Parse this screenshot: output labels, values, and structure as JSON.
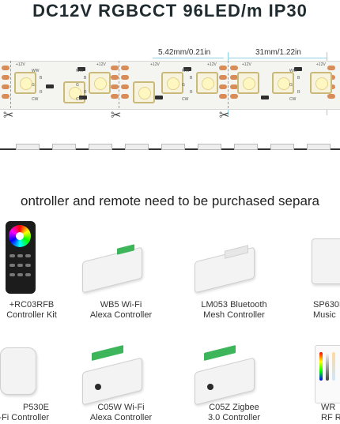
{
  "title": "DC12V RGBCCT 96LED/m IP30",
  "dimensions": {
    "width_label": "5.42mm/0.21in",
    "cut_label": "31mm/1.22in"
  },
  "strip": {
    "voltage_marks": [
      "+12V",
      "+12V",
      "+12V",
      "+12V",
      "+12V",
      "+12V"
    ],
    "pad_letters": [
      "WW",
      "B",
      "G",
      "R",
      "CW"
    ]
  },
  "notice": "ontroller and remote need to be purchased separa",
  "products": [
    {
      "line1": "+RC03RFB",
      "line2": "Controller Kit"
    },
    {
      "line1": "WB5 Wi-Fi",
      "line2": "Alexa Controller"
    },
    {
      "line1": "LM053 Bluetooth",
      "line2": "Mesh Controller"
    },
    {
      "line1": "SP630E",
      "line2": "Music"
    },
    {
      "line1": "P530E",
      "line2": "-Fi Controller"
    },
    {
      "line1": "C05W Wi-Fi",
      "line2": "Alexa Controller"
    },
    {
      "line1": "C05Z Zigbee",
      "line2": "3.0 Controller"
    },
    {
      "line1": "WR",
      "line2": "RF R"
    }
  ],
  "colors": {
    "pad": "#d88c58",
    "led_border": "#c9b97a",
    "dimension_line": "#8fd0e6",
    "controller_green": "#3cb55b"
  }
}
